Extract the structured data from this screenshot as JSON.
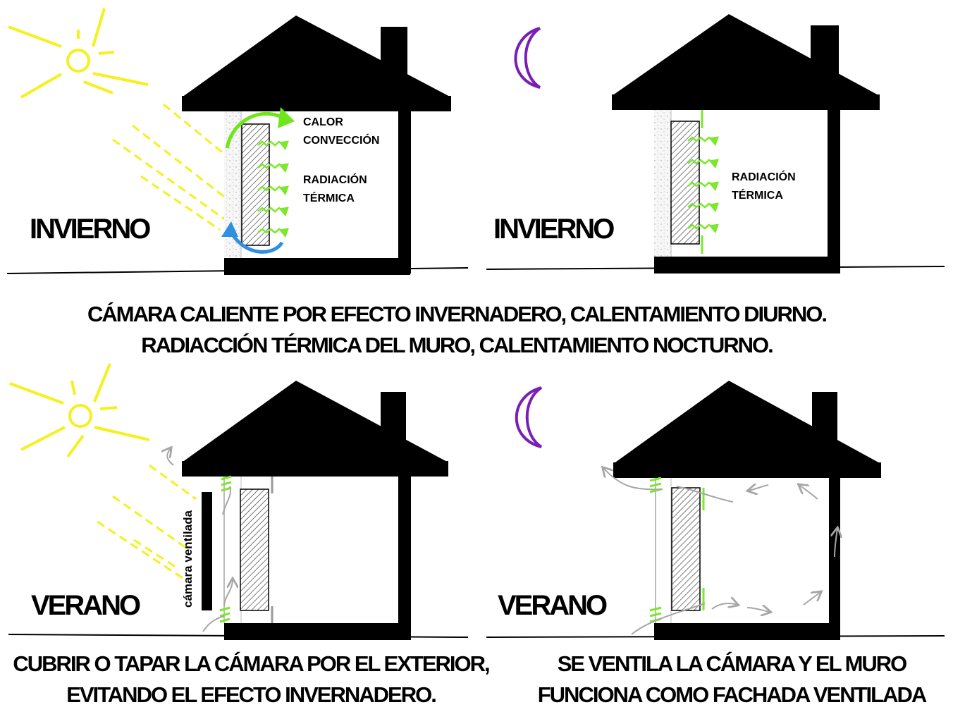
{
  "colors": {
    "sun": "#f5f01e",
    "moon": "#7a1fb5",
    "radiation": "#7be82b",
    "convection_hot": "#6ee61a",
    "convection_cold": "#2f8fe0",
    "air": "#a6a6a6",
    "house": "#000000"
  },
  "panels": [
    {
      "season": "INVIERNO",
      "time_icon": "sun-icon"
    },
    {
      "season": "INVIERNO",
      "time_icon": "moon-icon"
    },
    {
      "season": "VERANO",
      "time_icon": "sun-icon"
    },
    {
      "season": "VERANO",
      "time_icon": "moon-icon"
    }
  ],
  "labels": {
    "calor": "CALOR",
    "conveccion": "CONVECCIÓN",
    "radiacion": "RADIACIÓN",
    "termica": "TÉRMICA",
    "radiacion_2": "RADIACIÓN",
    "termica_2": "TÉRMICA",
    "camara_ventilada": "cámara ventilada"
  },
  "captions": {
    "winter_line1": "CÁMARA CALIENTE POR EFECTO INVERNADERO, CALENTAMIENTO DIURNO.",
    "winter_line2": "RADIACCIÓN TÉRMICA DEL MURO, CALENTAMIENTO NOCTURNO.",
    "summer_day_line1": "CUBRIR O TAPAR LA CÁMARA POR EL EXTERIOR,",
    "summer_day_line2": "EVITANDO EL EFECTO INVERNADERO.",
    "summer_night_line1": "SE VENTILA LA CÁMARA Y EL MURO",
    "summer_night_line2": "FUNCIONA COMO FACHADA VENTILADA"
  }
}
